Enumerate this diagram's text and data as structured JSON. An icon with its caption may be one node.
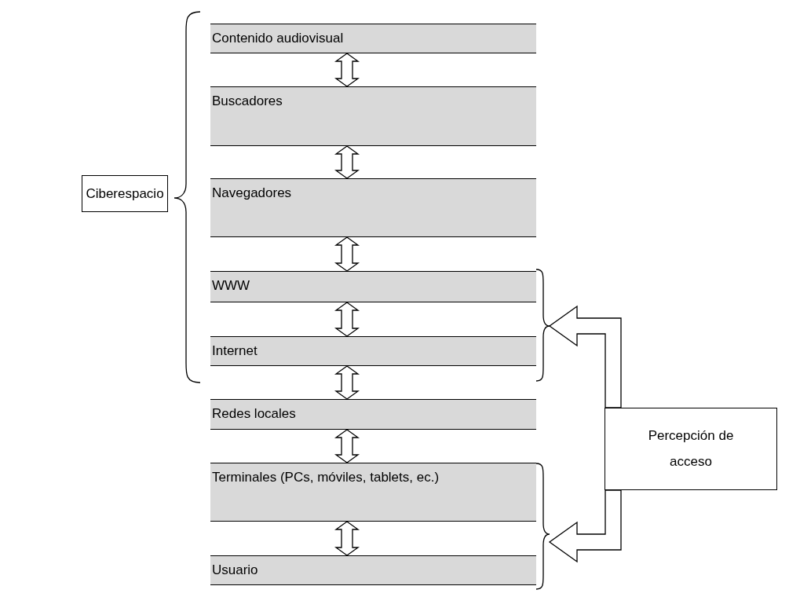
{
  "diagram": {
    "nodes": [
      {
        "text": [
          "Contenido audiovisual"
        ]
      },
      {
        "text": [
          "Buscadores"
        ]
      },
      {
        "text": [
          "Navegadores"
        ]
      },
      {
        "text": [
          "WWW"
        ]
      },
      {
        "text": [
          "Internet"
        ]
      },
      {
        "text": [
          "Redes locales"
        ]
      },
      {
        "text": [
          "Terminales (PCs, móviles, tablets, ec.)"
        ]
      },
      {
        "text": [
          "Usuario"
        ]
      },
      {
        "text": [
          "Ciberespacio"
        ]
      },
      {
        "text": [
          "Percepción de acceso"
        ]
      }
    ],
    "edges": [
      {
        "from": 0,
        "to": 1,
        "arrow": "both"
      },
      {
        "from": 1,
        "to": 2,
        "arrow": "both"
      },
      {
        "from": 2,
        "to": 3,
        "arrow": "both"
      },
      {
        "from": 3,
        "to": 4,
        "arrow": "both"
      },
      {
        "from": 4,
        "to": 5,
        "arrow": "both"
      },
      {
        "from": 5,
        "to": 6,
        "arrow": "both"
      },
      {
        "from": 6,
        "to": 7,
        "arrow": "both"
      },
      {
        "from": 9,
        "to": null,
        "arrow": "to"
      },
      {
        "from": 9,
        "to": null,
        "arrow": "to"
      }
    ]
  }
}
